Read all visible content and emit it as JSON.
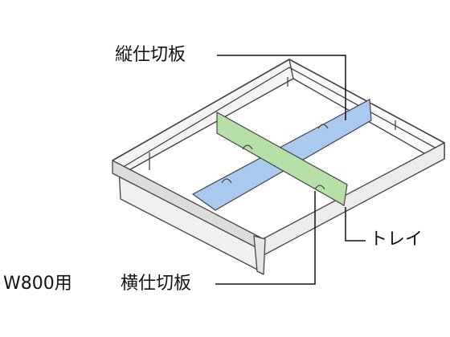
{
  "labels": {
    "vertical_divider": "縦仕切板",
    "horizontal_divider": "横仕切板",
    "tray": "トレイ",
    "model": "W800用"
  },
  "colors": {
    "vertical_divider": "#a9c9ee",
    "horizontal_divider": "#b6e0a8",
    "tray_outline": "#444444",
    "tray_fill": "#f2f2f2"
  }
}
